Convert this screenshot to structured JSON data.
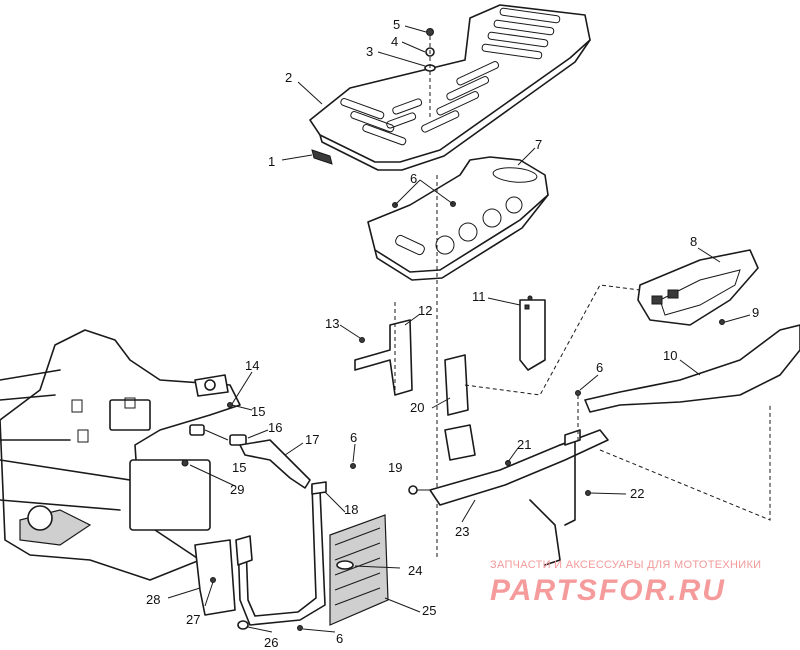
{
  "callouts": [
    {
      "id": "c1",
      "label": "1"
    },
    {
      "id": "c2",
      "label": "2"
    },
    {
      "id": "c3",
      "label": "3"
    },
    {
      "id": "c4",
      "label": "4"
    },
    {
      "id": "c5",
      "label": "5"
    },
    {
      "id": "c6a",
      "label": "6"
    },
    {
      "id": "c7",
      "label": "7"
    },
    {
      "id": "c8",
      "label": "8"
    },
    {
      "id": "c9",
      "label": "9"
    },
    {
      "id": "c10",
      "label": "10"
    },
    {
      "id": "c11",
      "label": "11"
    },
    {
      "id": "c12",
      "label": "12"
    },
    {
      "id": "c13",
      "label": "13"
    },
    {
      "id": "c14",
      "label": "14"
    },
    {
      "id": "c15a",
      "label": "15"
    },
    {
      "id": "c15b",
      "label": "15"
    },
    {
      "id": "c16",
      "label": "16"
    },
    {
      "id": "c17",
      "label": "17"
    },
    {
      "id": "c6b",
      "label": "6"
    },
    {
      "id": "c18",
      "label": "18"
    },
    {
      "id": "c19",
      "label": "19"
    },
    {
      "id": "c20",
      "label": "20"
    },
    {
      "id": "c21",
      "label": "21"
    },
    {
      "id": "c22",
      "label": "22"
    },
    {
      "id": "c23",
      "label": "23"
    },
    {
      "id": "c6c",
      "label": "6"
    },
    {
      "id": "c24",
      "label": "24"
    },
    {
      "id": "c25",
      "label": "25"
    },
    {
      "id": "c26",
      "label": "26"
    },
    {
      "id": "c6d",
      "label": "6"
    },
    {
      "id": "c27",
      "label": "27"
    },
    {
      "id": "c28",
      "label": "28"
    },
    {
      "id": "c29",
      "label": "29"
    }
  ],
  "watermark": {
    "tagline": "ЗАПЧАСТИ И АКСЕССУАРЫ ДЛЯ МОТОТЕХНИКИ",
    "logo": "PARTSFOR.RU"
  },
  "colors": {
    "line": "#1a1a1a",
    "watermark": "#f29a9a",
    "background": "#ffffff"
  }
}
